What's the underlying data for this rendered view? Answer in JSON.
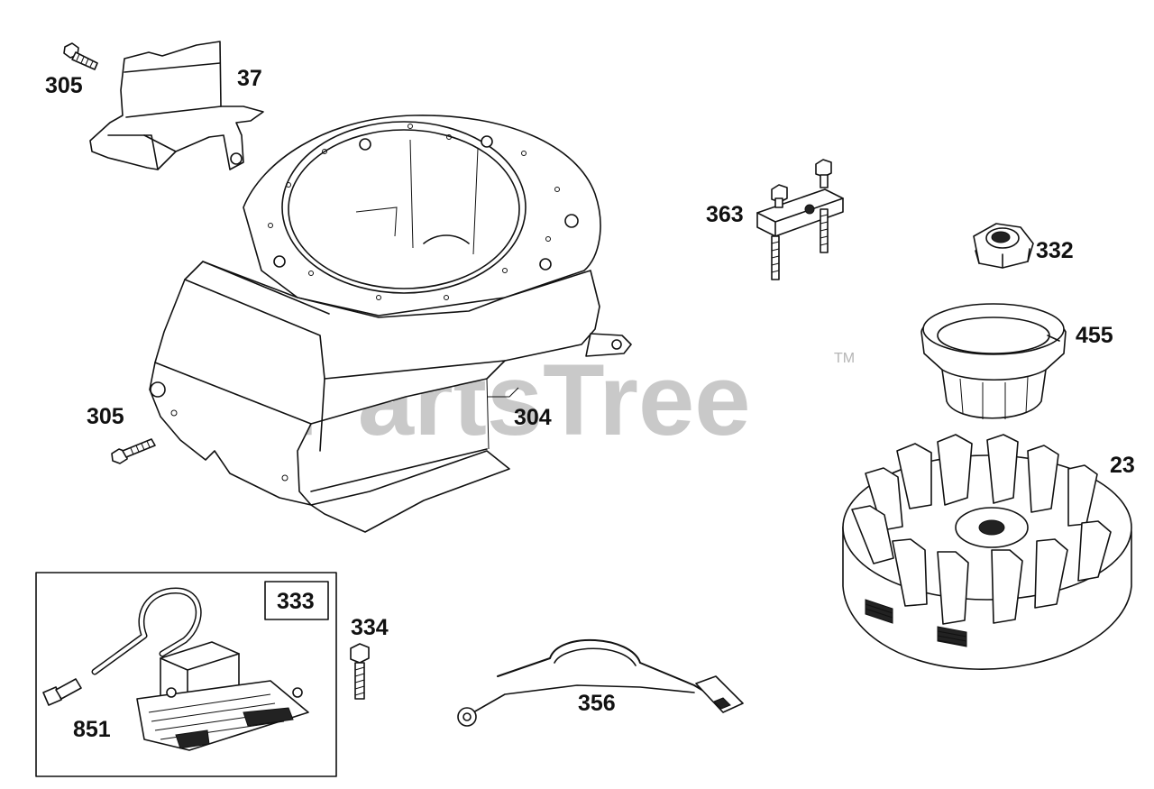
{
  "watermark": {
    "text": "PartsTree",
    "trademark": "TM"
  },
  "callouts": {
    "p305_top": "305",
    "p37": "37",
    "p363": "363",
    "p332": "332",
    "p455": "455",
    "p305_left": "305",
    "p304": "304",
    "p23": "23",
    "p333": "333",
    "p334": "334",
    "p356": "356",
    "p851": "851"
  },
  "colors": {
    "line": "#111111",
    "watermark": "#c9c9c9",
    "background": "#ffffff"
  }
}
